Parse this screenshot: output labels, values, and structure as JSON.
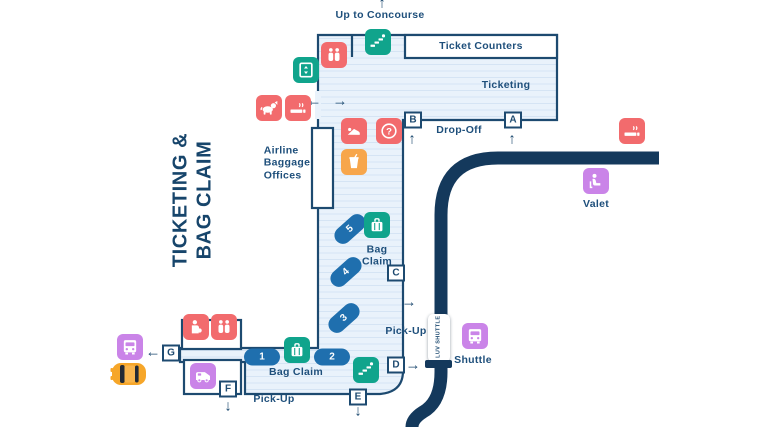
{
  "map_title": {
    "line1": "TICKETING &",
    "line2": "BAG CLAIM"
  },
  "labels": [
    {
      "name": "up-to-concourse",
      "text": "Up to Concourse"
    },
    {
      "name": "ticket-counters",
      "text": "Ticket Counters"
    },
    {
      "name": "ticketing",
      "text": "Ticketing"
    },
    {
      "name": "drop-off",
      "text": "Drop-Off"
    },
    {
      "name": "airline-baggage-offices",
      "text": "Airline\nBaggage\nOffices"
    },
    {
      "name": "bag-claim-upper",
      "text": "Bag\nClaim"
    },
    {
      "name": "bag-claim-lower",
      "text": "Bag Claim"
    },
    {
      "name": "pick-up-right",
      "text": "Pick-Up"
    },
    {
      "name": "pick-up-bottom",
      "text": "Pick-Up"
    },
    {
      "name": "valet",
      "text": "Valet"
    },
    {
      "name": "shuttle",
      "text": "Shuttle"
    }
  ],
  "doors": [
    {
      "letter": "A"
    },
    {
      "letter": "B"
    },
    {
      "letter": "C"
    },
    {
      "letter": "D"
    },
    {
      "letter": "E"
    },
    {
      "letter": "F"
    },
    {
      "letter": "G"
    }
  ],
  "carousels": [
    {
      "number": "1"
    },
    {
      "number": "2"
    },
    {
      "number": "3"
    },
    {
      "number": "4"
    },
    {
      "number": "5"
    }
  ],
  "arrows": [
    {
      "name": "concourse-arrow",
      "symbol": "↑"
    },
    {
      "name": "corridor-arrow-left",
      "symbol": "←"
    },
    {
      "name": "corridor-arrow-right",
      "symbol": "→"
    },
    {
      "name": "door-b-arrow",
      "symbol": "↑"
    },
    {
      "name": "door-a-arrow",
      "symbol": "↑"
    },
    {
      "name": "pick-up-arrow-c",
      "symbol": "→"
    },
    {
      "name": "door-d-arrow",
      "symbol": "→"
    },
    {
      "name": "door-g-arrow",
      "symbol": "←"
    },
    {
      "name": "door-f-arrow",
      "symbol": "↓"
    },
    {
      "name": "door-e-arrow",
      "symbol": "↓"
    }
  ],
  "icons": [
    {
      "name": "escalator-up-icon",
      "glyph": "escalator",
      "color": "teal"
    },
    {
      "name": "elevator-icon",
      "glyph": "elevator",
      "color": "teal"
    },
    {
      "name": "restroom-icon-upper",
      "glyph": "restroom",
      "color": "red"
    },
    {
      "name": "pet-relief-icon",
      "glyph": "dog",
      "color": "red"
    },
    {
      "name": "smoking-area-icon-left",
      "glyph": "smoking",
      "color": "red"
    },
    {
      "name": "shoe-shine-icon",
      "glyph": "shoeshine",
      "color": "red"
    },
    {
      "name": "information-icon",
      "glyph": "info",
      "color": "red"
    },
    {
      "name": "food-drink-icon",
      "glyph": "drink",
      "color": "orange"
    },
    {
      "name": "bag-claim-icon-upper",
      "glyph": "baggage",
      "color": "teal"
    },
    {
      "name": "bag-claim-icon-lower",
      "glyph": "baggage",
      "color": "teal"
    },
    {
      "name": "escalator-down-icon",
      "glyph": "escalator",
      "color": "teal"
    },
    {
      "name": "nursing-room-icon",
      "glyph": "nursing",
      "color": "red"
    },
    {
      "name": "restroom-icon-lower",
      "glyph": "restroom",
      "color": "red"
    },
    {
      "name": "parking-shuttle-van-icon",
      "glyph": "van",
      "color": "purple"
    },
    {
      "name": "bus-stop-icon",
      "glyph": "bus",
      "color": "purple"
    },
    {
      "name": "smoking-area-icon-right",
      "glyph": "smoking",
      "color": "red"
    },
    {
      "name": "valet-icon",
      "glyph": "valet",
      "color": "purple"
    },
    {
      "name": "shuttle-stop-icon",
      "glyph": "bus",
      "color": "purple"
    }
  ],
  "shuttle_bus": {
    "label": "LUV SHUTTLE"
  },
  "colors": {
    "wall": "#1d4a70",
    "road": "#14395c",
    "floor": "#e9f2fb",
    "floor_stripe": "#d5e4f4",
    "red": "#f26b6d",
    "teal": "#10a48c",
    "orange": "#f7a64b",
    "purple": "#ca84e8",
    "carousel_blue": "#1f6fae",
    "taxi_orange": "#f6a629",
    "text": "#1e4f7b"
  }
}
